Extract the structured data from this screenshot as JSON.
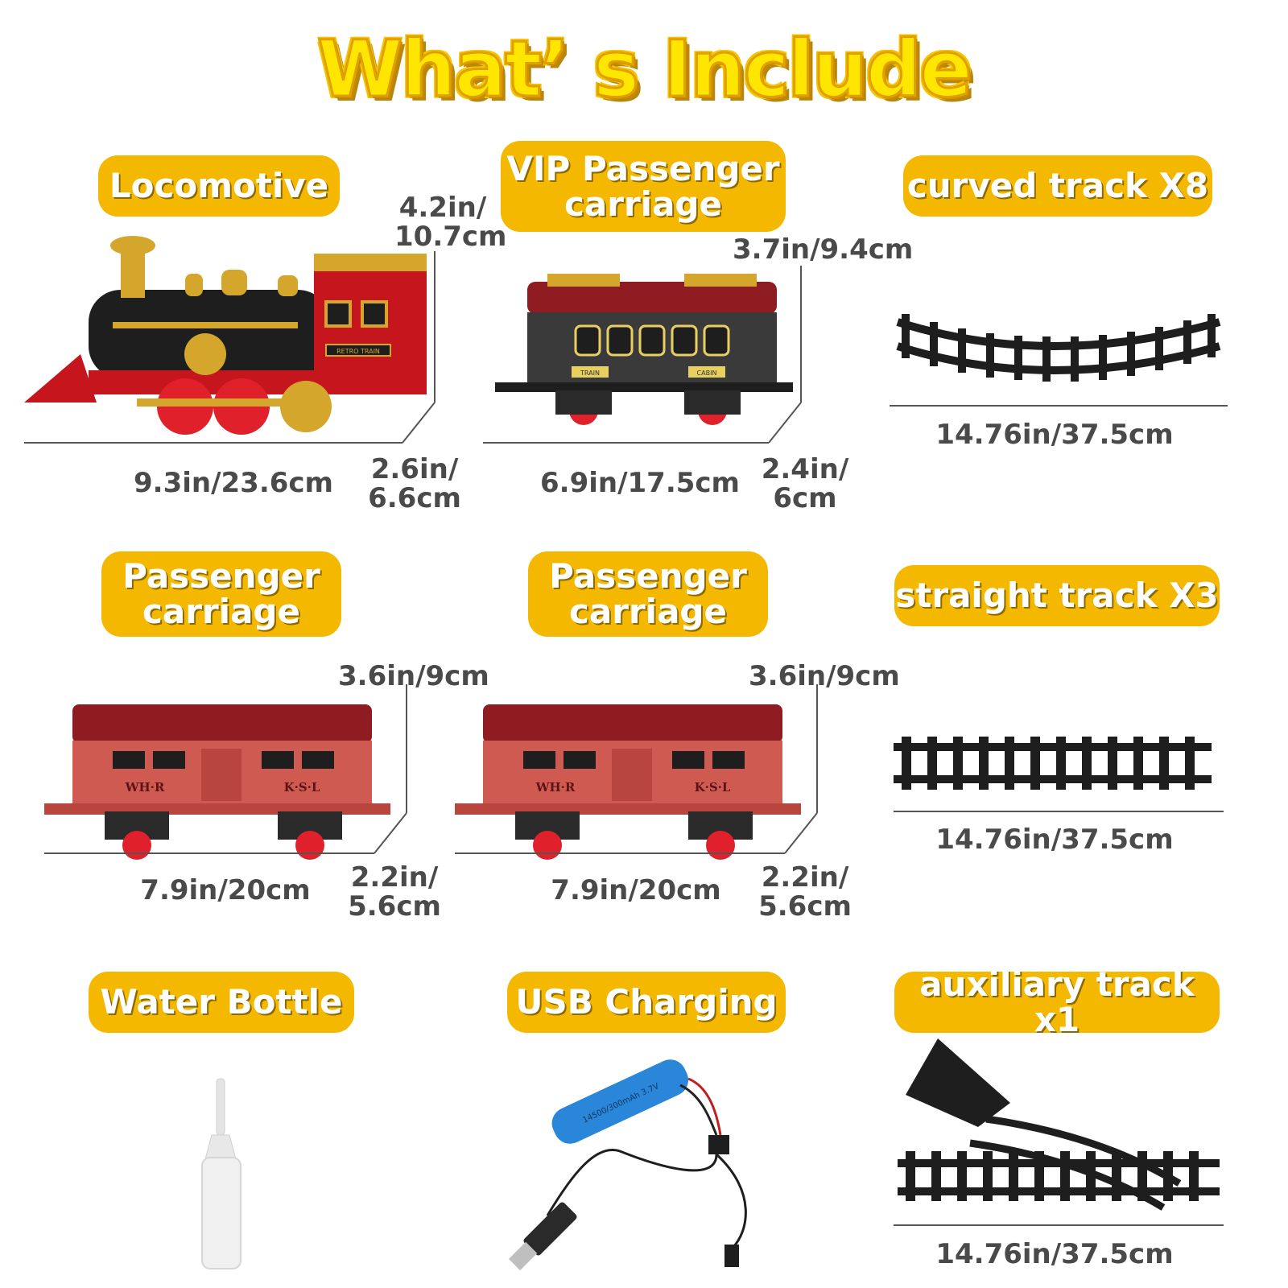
{
  "title": "What’ s Include",
  "items": {
    "locomotive": {
      "label": "Locomotive",
      "length": "9.3in/23.6cm",
      "height": "4.2in/\n10.7cm",
      "width": "2.6in/\n6.6cm"
    },
    "vip": {
      "label": "VIP Passenger\ncarriage",
      "length": "6.9in/17.5cm",
      "height": "3.7in/9.4cm",
      "width": "2.4in/\n6cm"
    },
    "curved": {
      "label": "curved track X8",
      "length": "14.76in/37.5cm"
    },
    "passenger1": {
      "label": "Passenger\ncarriage",
      "length": "7.9in/20cm",
      "height": "3.6in/9cm",
      "width": "2.2in/\n5.6cm"
    },
    "passenger2": {
      "label": "Passenger\ncarriage",
      "length": "7.9in/20cm",
      "height": "3.6in/9cm",
      "width": "2.2in/\n5.6cm"
    },
    "straight": {
      "label": "straight track X3",
      "length": "14.76in/37.5cm"
    },
    "bottle": {
      "label": "Water Bottle"
    },
    "usb": {
      "label": "USB Charging"
    },
    "aux": {
      "label": "auxiliary track x1",
      "length": "14.76in/37.5cm"
    }
  },
  "prints": {
    "loco_plate": "RETRO TRAIN",
    "vip_plate_left": "TRAIN",
    "vip_plate_right": "CABIN",
    "car_mark_left": "WH·R",
    "car_mark_right": "K·S·L",
    "battery_text": "14500/300mAh 3.7V"
  },
  "colors": {
    "pill": "#f4b800",
    "title": "#ffe600",
    "train_red": "#c4161c",
    "car_red": "#cf5a52",
    "dark": "#1e1e1e"
  }
}
